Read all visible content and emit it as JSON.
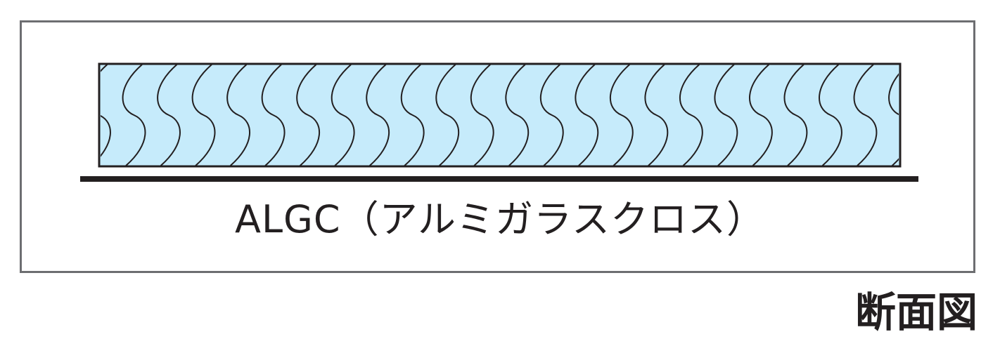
{
  "diagram": {
    "material_caption": "ALGC（アルミガラスクロス）",
    "view_label": "断面図",
    "insulation_fill_color": "#c6ebfb",
    "outline_color": "#231f20",
    "frame_color": "#6d6e71",
    "facing_color": "#231f20",
    "fiber_wave_count": 23
  }
}
